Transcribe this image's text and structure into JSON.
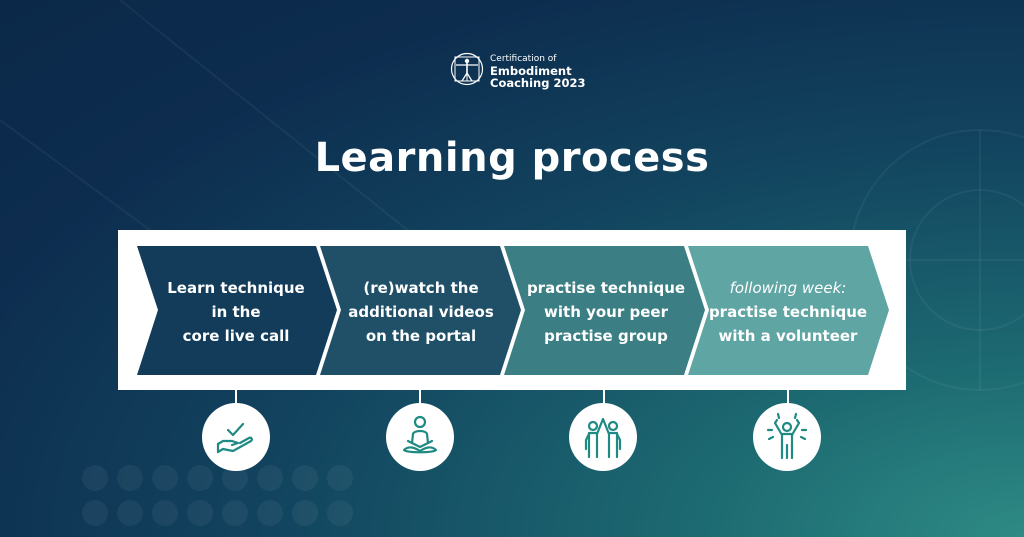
{
  "logo": {
    "line1": "Certification of",
    "line2": "Embodiment",
    "line3": "Coaching 2023"
  },
  "title": "Learning process",
  "colors": {
    "step1": "#123c5a",
    "step2": "#1f5068",
    "step3": "#3b7f85",
    "step4": "#5fa5a3",
    "icon": "#1f8a83"
  },
  "steps": [
    {
      "lines": [
        "Learn technique",
        "in the",
        "core live call"
      ],
      "icon": "hand-check-icon"
    },
    {
      "lines": [
        "(re)watch the",
        "additional videos",
        "on the portal"
      ],
      "icon": "meditation-icon"
    },
    {
      "lines": [
        "practise technique",
        "with your peer",
        "practise group"
      ],
      "icon": "people-high-five-icon"
    },
    {
      "prefix": "following week:",
      "lines": [
        "practise technique",
        "with a volunteer"
      ],
      "icon": "person-celebrating-icon"
    }
  ]
}
